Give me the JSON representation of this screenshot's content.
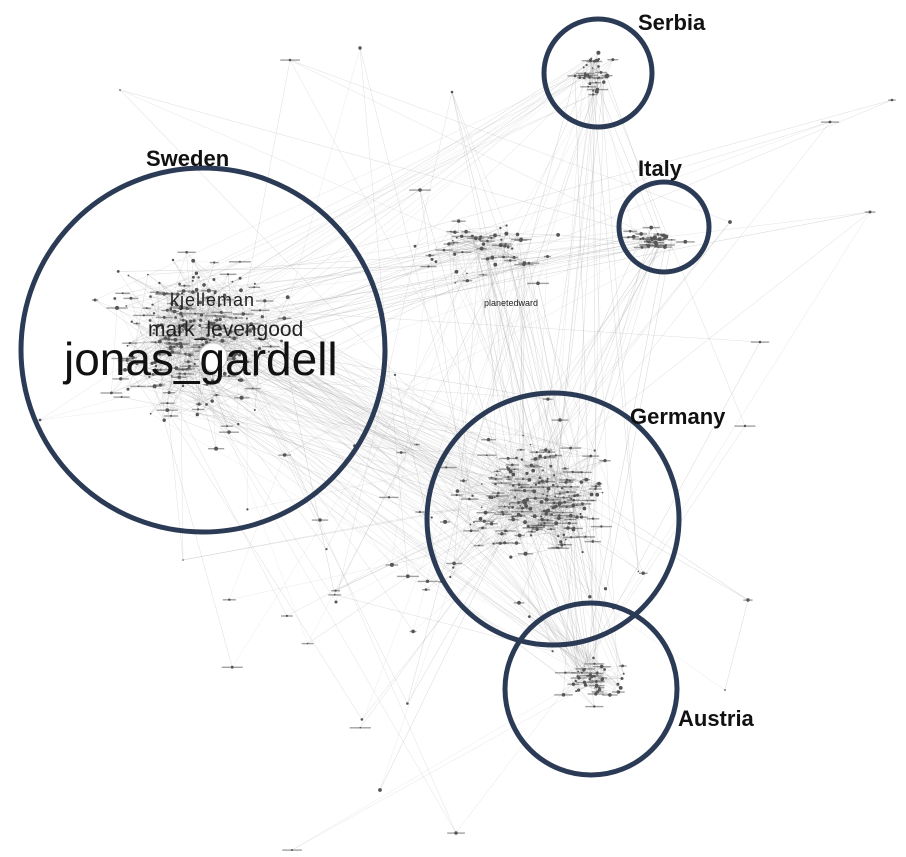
{
  "colors": {
    "ring": "#2b3b55",
    "edge": "#9a9a9a",
    "node": "#555555",
    "background": "#ffffff"
  },
  "clusters": [
    {
      "id": "sweden",
      "label": "Sweden"
    },
    {
      "id": "serbia",
      "label": "Serbia"
    },
    {
      "id": "italy",
      "label": "Italy"
    },
    {
      "id": "germany",
      "label": "Germany"
    },
    {
      "id": "austria",
      "label": "Austria"
    }
  ],
  "node_labels": {
    "jonas": "jonas_gardell",
    "kjelleman": "kjelleman",
    "mark": "mark_levengood",
    "planet": "planetedward"
  }
}
